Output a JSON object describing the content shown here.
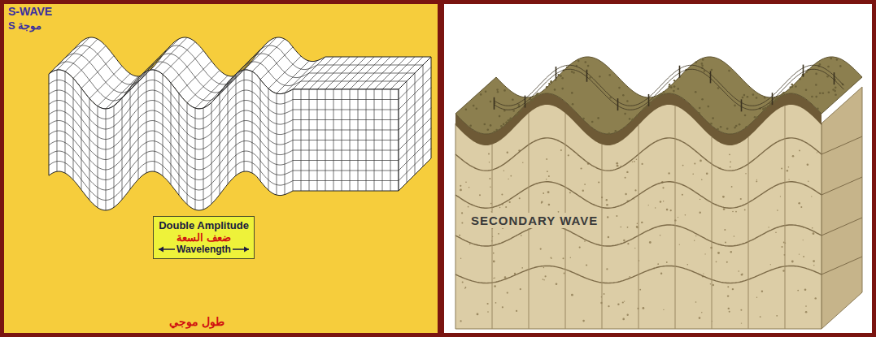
{
  "diagram": {
    "nodes": [
      {
        "text": [
          "Double Amplitude",
          "ضعف السعة",
          "Wavelength"
        ]
      }
    ],
    "labels": [
      "S-WAVE",
      "موجة S",
      "طول موجي",
      "SECONDARY WAVE"
    ]
  }
}
